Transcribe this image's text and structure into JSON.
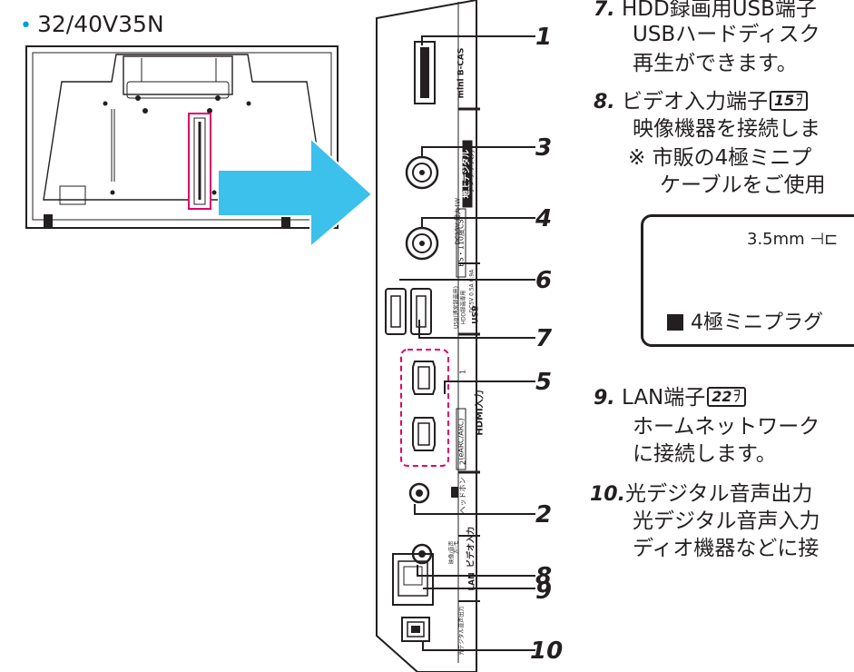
{
  "model": "32/40V35N",
  "callouts": [
    "1",
    "3",
    "4",
    "6",
    "7",
    "5",
    "2",
    "8",
    "9",
    "10"
  ],
  "port_labels": {
    "bcas": "mini B-CAS",
    "terrestrial": "地上デジタル",
    "bs_cs": "BS・110度CS",
    "bs_spec": "DC15V 最大4W",
    "antenna_in": "アンテナ入力",
    "usb_hdd": "USB(通常録画用)",
    "usb_hdd2": "HDD録画専用",
    "usb_spec": "DC5V 0.5A 0.9A",
    "usb": "USB",
    "hdmi_in": "HDMI入力",
    "hdmi1": "1",
    "hdmi2": "2",
    "earc": "(eARC/ARC)",
    "headphone": "ヘッドホン",
    "video_audio": "映像/音声",
    "mono": "左-モ",
    "video_in": "ビデオ入力",
    "lan": "LAN",
    "optical": "光デジタル音声出力"
  },
  "items": {
    "item7": {
      "num": "7.",
      "line1": "HDD録画用USB端子",
      "line2": "USBハードディスク",
      "line3": "再生ができます。"
    },
    "item8": {
      "num": "8.",
      "line1": "ビデオ入力端子",
      "ref": "15",
      "line2": "映像機器を接続しま",
      "note_mark": "※",
      "note1": "市販の4極ミニプ",
      "note2": "ケーブルをご使用"
    },
    "plug": {
      "size": "3.5mm",
      "name": "4極ミニプラグ"
    },
    "item9": {
      "num": "9.",
      "line1": "LAN端子",
      "ref": "22",
      "line2": "ホームネットワーク",
      "line3": "に接続します。"
    },
    "item10": {
      "num": "10.",
      "line1": "光デジタル音声出力",
      "line2": "光デジタル音声入力",
      "line3": "ディオ機器などに接"
    }
  }
}
